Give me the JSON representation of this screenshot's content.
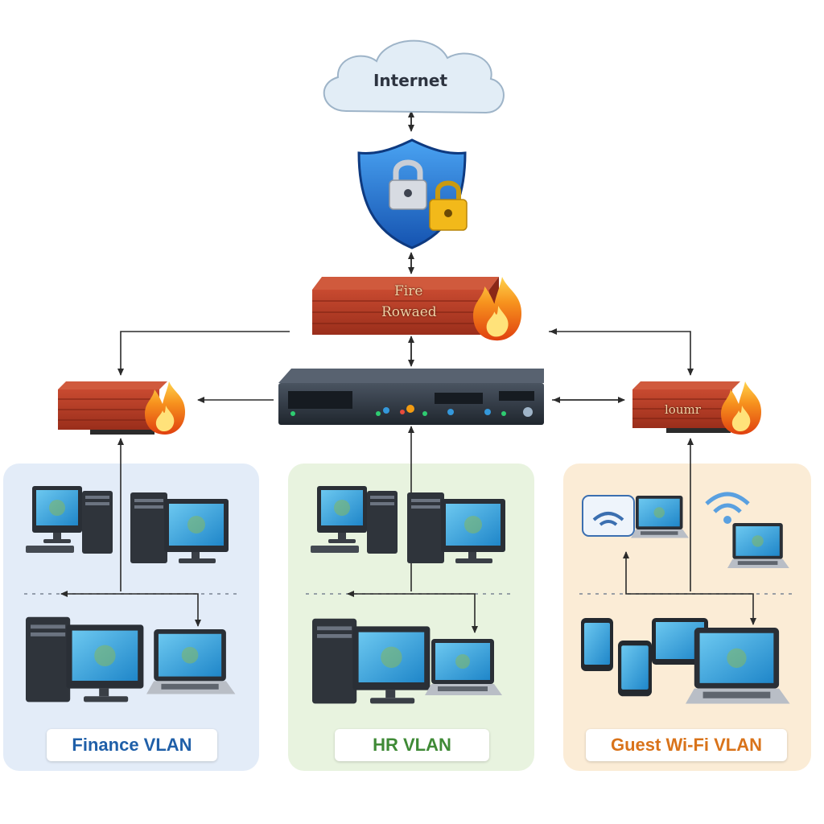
{
  "internet": {
    "label": "Internet"
  },
  "firewalls": {
    "core": {
      "text_line1": "Fire",
      "text_line2": "Rowaed"
    },
    "left": {
      "text": ""
    },
    "right": {
      "text": "loumr"
    }
  },
  "zones": [
    {
      "label": "Finance VLAN",
      "label_color": "#1f5fa8",
      "bg": "#e3ecf8"
    },
    {
      "label": "HR VLAN",
      "label_color": "#3f8a36",
      "bg": "#e8f3df"
    },
    {
      "label": "Guest Wi-Fi VLAN",
      "label_color": "#d9731a",
      "bg": "#fbecd6"
    }
  ],
  "colors": {
    "shield": "#1f6fd1",
    "lock_silver": "#c9ced6",
    "lock_gold": "#f2b91a",
    "brick": "#b43a24",
    "switch": "#2b3440",
    "monitor_screen": "#3fa9e0"
  },
  "icons": [
    "cloud-icon",
    "shield-lock-icon",
    "firewall-icon",
    "flame-icon",
    "switch-icon",
    "desktop-pc-icon",
    "laptop-icon",
    "tablet-icon",
    "wifi-icon"
  ]
}
